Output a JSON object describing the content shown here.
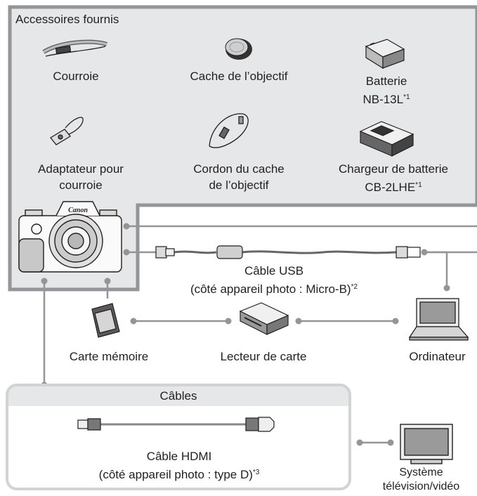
{
  "accessories_box": {
    "title": "Accessoires fournis",
    "items": [
      {
        "name": "Courroie",
        "icon": "neck-strap-icon"
      },
      {
        "name": "Cache de l’objectif",
        "icon": "lens-cap-icon"
      },
      {
        "name_line1": "Batterie",
        "name_line2": "NB-13L",
        "note": "*1",
        "icon": "battery-pack-icon"
      },
      {
        "name_line1": "Adaptateur pour",
        "name_line2": "courroie",
        "icon": "strap-adapter-icon"
      },
      {
        "name_line1": "Cordon du cache",
        "name_line2": "de l’objectif",
        "icon": "lens-cap-cord-icon"
      },
      {
        "name_line1": "Chargeur de batterie",
        "name_line2": "CB-2LHE",
        "note": "*1",
        "icon": "battery-charger-icon"
      }
    ]
  },
  "camera": {
    "brand": "Canon",
    "icon": "camera-icon"
  },
  "usb_cable": {
    "line1": "Câble USB",
    "line2": "(côté appareil photo : Micro-B)",
    "note": "*2",
    "icon": "usb-cable-icon"
  },
  "devices": [
    {
      "name": "Carte mémoire",
      "icon": "memory-card-icon"
    },
    {
      "name": "Lecteur de carte",
      "icon": "card-reader-icon"
    },
    {
      "name": "Ordinateur",
      "icon": "laptop-icon"
    }
  ],
  "cables_box": {
    "title": "Câbles",
    "hdmi_line1": "Câble HDMI",
    "hdmi_line2": "(côté appareil photo : type D)",
    "note": "*3",
    "icon": "hdmi-cable-icon"
  },
  "tv": {
    "line1": "Système",
    "line2": "télévision/vidéo",
    "icon": "tv-monitor-icon"
  },
  "colors": {
    "box_fill": "#e6e7e8",
    "box_border": "#939598",
    "connector": "#939598",
    "ink": "#231f20"
  }
}
